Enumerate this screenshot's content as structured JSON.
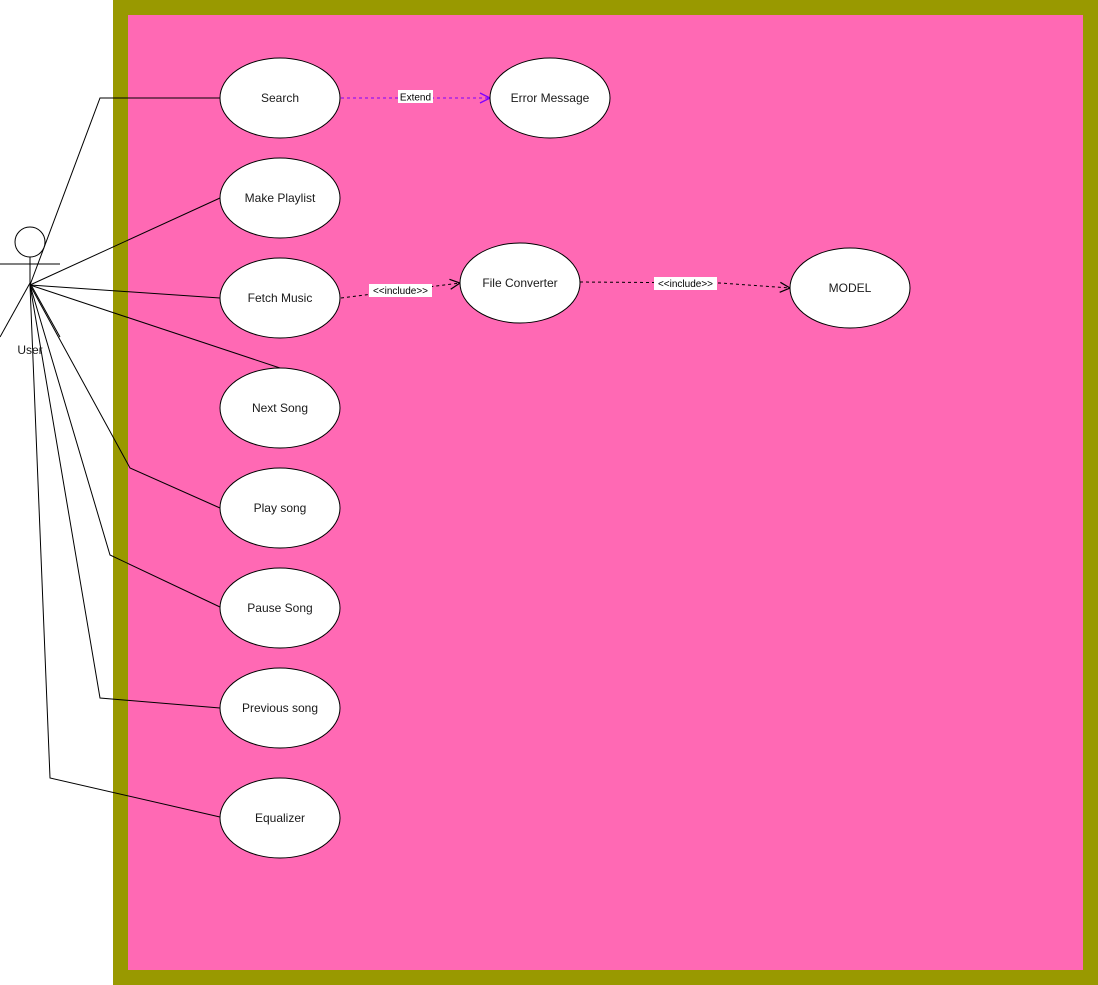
{
  "colors": {
    "system_fill": "#ff69b4",
    "system_border": "#999900",
    "extend_line": "#7f00ff",
    "line": "#000000",
    "usecase_fill": "#ffffff"
  },
  "actor": {
    "label": "User"
  },
  "use_cases": [
    {
      "id": "search",
      "label": "Search"
    },
    {
      "id": "error",
      "label": "Error Message"
    },
    {
      "id": "playlist",
      "label": "Make Playlist"
    },
    {
      "id": "fetch",
      "label": "Fetch Music"
    },
    {
      "id": "converter",
      "label": "File Converter"
    },
    {
      "id": "model",
      "label": "MODEL"
    },
    {
      "id": "next",
      "label": "Next Song"
    },
    {
      "id": "play",
      "label": "Play song"
    },
    {
      "id": "pause",
      "label": "Pause Song"
    },
    {
      "id": "previous",
      "label": "Previous song"
    },
    {
      "id": "equalizer",
      "label": "Equalizer"
    }
  ],
  "relations": [
    {
      "from": "search",
      "to": "error",
      "label": "Extend"
    },
    {
      "from": "fetch",
      "to": "converter",
      "label": "<<include>>"
    },
    {
      "from": "converter",
      "to": "model",
      "label": "<<include>>"
    }
  ]
}
